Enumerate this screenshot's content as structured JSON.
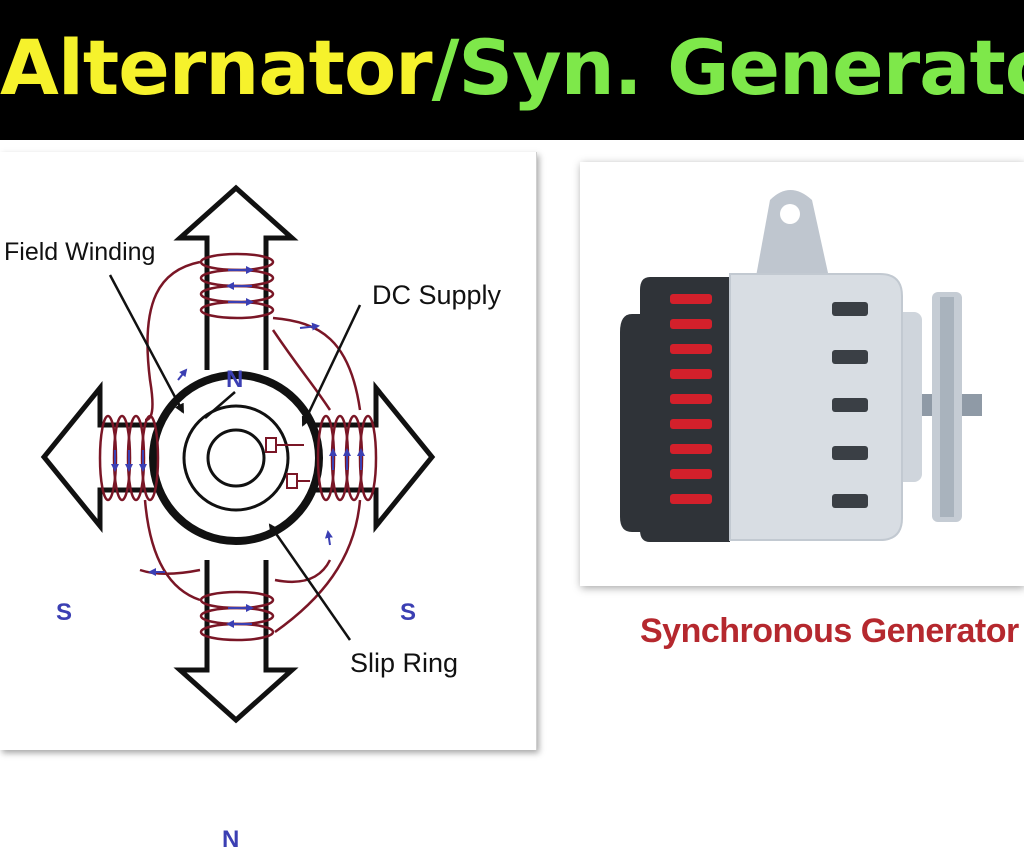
{
  "title": {
    "part1": "Alternator",
    "part2": "/Syn. Generator",
    "colors": {
      "background": "#000000",
      "part1": "#f6f22c",
      "part2": "#7ee84a"
    }
  },
  "diagram": {
    "labels": {
      "field_winding": "Field Winding",
      "dc_supply": "DC Supply",
      "slip_ring": "Slip Ring"
    },
    "poles": {
      "top": "N",
      "bottom": "N",
      "left": "S",
      "right": "S"
    },
    "colors": {
      "winding": "#7a1626",
      "arrows": "#3b3fb3",
      "outline": "#111111"
    }
  },
  "illustration": {
    "caption": "Synchronous Generator",
    "icon": "alternator-icon",
    "colors": {
      "body": "#d8dde3",
      "dark": "#2f3338",
      "vents": "#d3202b",
      "caption": "#b5282e"
    }
  }
}
